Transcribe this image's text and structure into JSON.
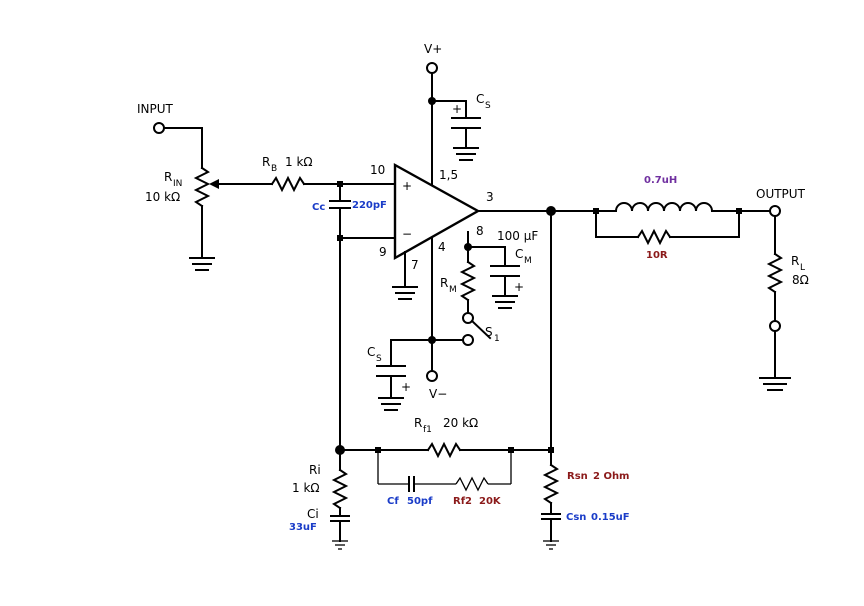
{
  "colors": {
    "wire": "#000000",
    "blue_label": "#1a3cc8",
    "red_label": "#8b1a1a",
    "purple_label": "#7030a0"
  },
  "labels": {
    "vplus": "V+",
    "vminus": "V−",
    "input": "INPUT",
    "output": "OUTPUT",
    "rin_name": "R",
    "rin_sub": "IN",
    "rin_value": "10 kΩ",
    "rb_name": "R",
    "rb_sub": "B",
    "rb_value": "1 kΩ",
    "cc_name": "Cc",
    "cc_value": "220pF",
    "cs_top_name": "C",
    "cs_top_sub": "S",
    "cs_bot_name": "C",
    "cs_bot_sub": "S",
    "cm_value": "100 µF",
    "cm_name": "C",
    "cm_sub": "M",
    "rm_name": "R",
    "rm_sub": "M",
    "s1_name": "S",
    "s1_sub": "1",
    "pin_10": "10",
    "pin_9": "9",
    "pin_15": "1,5",
    "pin_3": "3",
    "pin_8": "8",
    "pin_4": "4",
    "pin_7": "7",
    "plus_in": "+",
    "minus_in": "−",
    "cs_polarity": "+",
    "inductor_value": "0.7uH",
    "r10_value": "10R",
    "rl_name": "R",
    "rl_sub": "L",
    "rl_value": "8Ω",
    "rf1_name": "R",
    "rf1_sub": "f1",
    "rf1_value": "20 kΩ",
    "ri_name": "Ri",
    "ri_value": "1 kΩ",
    "ci_name": "Ci",
    "ci_value": "33uF",
    "cf_name": "Cf",
    "cf_value": "50pf",
    "rf2_name": "Rf2",
    "rf2_value": "20K",
    "rsn_name": "Rsn",
    "rsn_value": "2 Ohm",
    "csn_name": "Csn",
    "csn_value": "0.15uF"
  }
}
